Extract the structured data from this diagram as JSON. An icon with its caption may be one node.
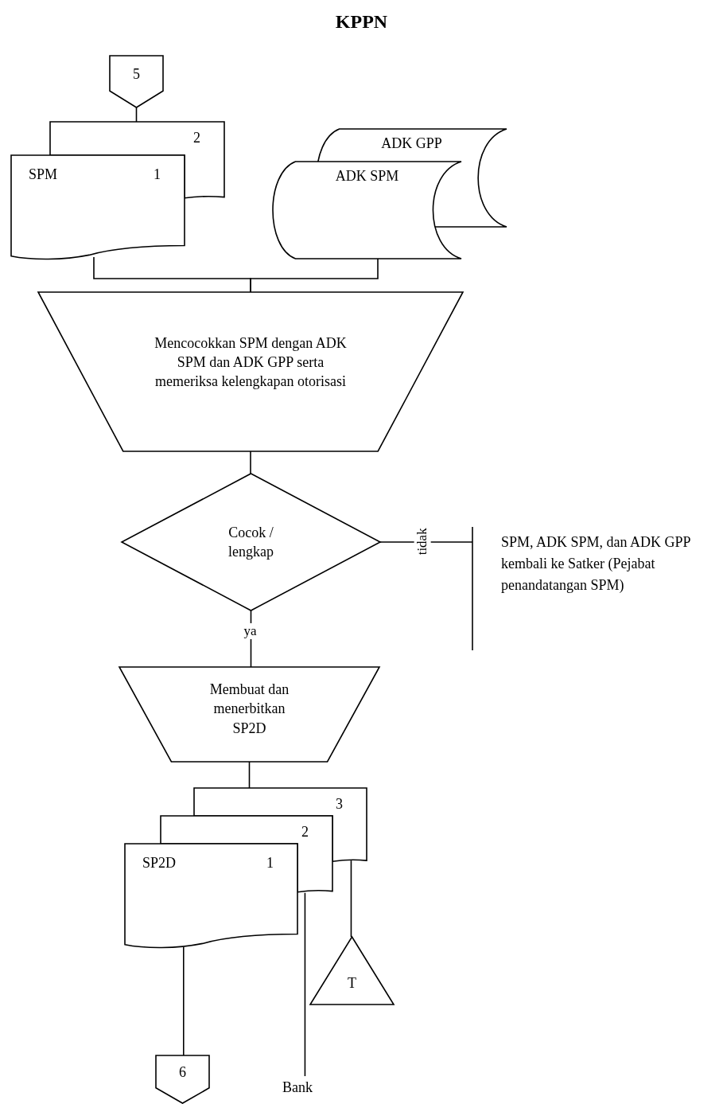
{
  "diagram": {
    "title": "KPPN",
    "nodes": [
      {
        "text": [
          "5"
        ]
      },
      {
        "text": [
          "2"
        ]
      },
      {
        "text": [
          "SPM",
          "1"
        ]
      },
      {
        "text": [
          "ADK GPP"
        ]
      },
      {
        "text": [
          "ADK SPM"
        ]
      },
      {
        "text": [
          "Mencocokkan SPM dengan ADK SPM dan ADK GPP serta memeriksa kelengkapan otorisasi"
        ]
      },
      {
        "text": [
          "Cocok / lengkap"
        ]
      },
      {
        "text": [
          "SPM, ADK SPM, dan ADK GPP kembali ke  Satker (Pejabat penandatangan SPM)"
        ]
      },
      {
        "text": [
          "Membuat dan menerbitkan SP2D"
        ]
      },
      {
        "text": [
          "3"
        ]
      },
      {
        "text": [
          "2"
        ]
      },
      {
        "text": [
          "SP2D",
          "1"
        ]
      },
      {
        "text": [
          "T"
        ]
      },
      {
        "text": [
          "6"
        ]
      },
      {
        "text": [
          "Bank"
        ]
      }
    ],
    "edges": [
      {
        "from": 0,
        "to": 1,
        "arrow": "none"
      },
      {
        "from": 2,
        "to": 5,
        "arrow": "none"
      },
      {
        "from": 4,
        "to": 5,
        "arrow": "none"
      },
      {
        "from": 5,
        "to": 6,
        "arrow": "none"
      },
      {
        "from": 6,
        "to": 7,
        "label": "tidak",
        "arrow": "none"
      },
      {
        "from": 6,
        "to": 8,
        "label": "ya",
        "arrow": "none"
      },
      {
        "from": 8,
        "to": 9,
        "arrow": "none"
      },
      {
        "from": 9,
        "to": 12,
        "arrow": "none"
      },
      {
        "from": 10,
        "to": 14,
        "arrow": "none"
      },
      {
        "from": 11,
        "to": 13,
        "arrow": "none"
      }
    ]
  }
}
